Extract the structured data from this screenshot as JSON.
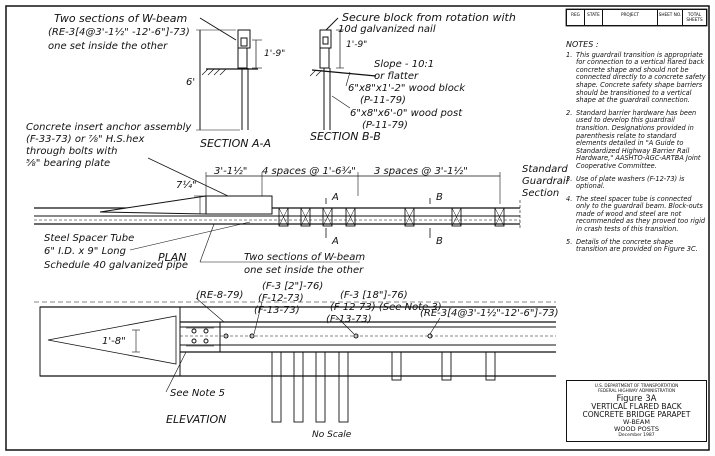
{
  "header_block": [
    "REG",
    "STATE",
    "PROJECT",
    "SHEET NO.",
    "TOTAL SHEETS"
  ],
  "section_a": {
    "title": "SECTION A-A",
    "callout_line1": "Two sections of W-beam",
    "callout_line2": "(RE-3[4@3'-1½\" -12'-6\"]-73)",
    "callout_line3": "one set inside the other",
    "dim_height": "6'",
    "dim_block": "1'-9\""
  },
  "section_b": {
    "title": "SECTION B-B",
    "callout_nail1": "Secure block from rotation with",
    "callout_nail2": "10d galvanized nail",
    "dim_block": "1'-9\"",
    "slope1": "Slope - 10:1",
    "slope2": "or flatter",
    "block1": "6\"x8\"x1'-2\" wood block",
    "block2": "(P-11-79)",
    "post1": "6\"x8\"x6'-0\" wood post",
    "post2": "(P-11-79)"
  },
  "anchor_callout": {
    "l1": "Concrete insert anchor assembly",
    "l2": "(F-33-73) or ⅞\" H.S.hex",
    "l3": "through bolts with",
    "l4": "⅝\" bearing plate"
  },
  "plan": {
    "label": "PLAN",
    "dim_left": "3'-1½\"",
    "dim_spaces1": "4 spaces @ 1'-6¾\"",
    "dim_spaces2": "3 spaces @ 3'-1½\"",
    "dim_offset": "7¼\"",
    "std_section1": "Standard",
    "std_section2": "Guardrail",
    "std_section3": "Section",
    "cut_a": "A",
    "cut_b": "B",
    "spacer1": "Steel Spacer Tube",
    "spacer2": "6\" I.D. x 9\" Long",
    "spacer3": "Schedule 40 galvanized pipe",
    "wbeam1": "Two sections of W-beam",
    "wbeam2": "one set inside the other"
  },
  "elevation": {
    "label": "ELEVATION",
    "re879": "(RE-8-79)",
    "f3a": "(F-3 [2\"]-76)",
    "f12a": "(F-12-73)",
    "f13a": "(F-13-73)",
    "f3b": "(F-3 [18\"]-76)",
    "f12b": "(F-12-73) (See Note 3)",
    "f13b": "(F-13-73)",
    "re3": "(RE-3[4@3'-1½\"-12'-6\"]-73)",
    "dim": "1'-8\"",
    "note5": "See Note 5",
    "scale": "No Scale"
  },
  "notes": {
    "title": "NOTES :",
    "items": [
      {
        "n": "1.",
        "t": "This guardrail transition is appropriate for connection to a vertical flared back concrete shape and should not be connected directly to a concrete safety shape. Concrete safety shape barriers should be transitioned to a vertical shape at the guardrail connection."
      },
      {
        "n": "2.",
        "t": "Standard barrier hardware has been used to develop this guardrail transition. Designations provided in parenthesis relate to standard elements detailed in \"A Guide to Standardized Highway Barrier Rail Hardware,\" AASHTO-AGC-ARTBA Joint Cooperative Committee."
      },
      {
        "n": "3.",
        "t": "Use of plate washers (F-12-73) is optional."
      },
      {
        "n": "4.",
        "t": "The steel spacer tube is connected only to the guardrail beam. Block-outs made of wood and steel are not recommended as they proved too rigid in crash tests of this transition."
      },
      {
        "n": "5.",
        "t": "Details of the concrete shape transition are provided on Figure 3C."
      }
    ]
  },
  "title_block": {
    "agency1": "U.S. DEPARTMENT OF TRANSPORTATION",
    "agency2": "FEDERAL HIGHWAY ADMINISTRATION",
    "figure": "Figure 3A",
    "line1": "VERTICAL FLARED BACK",
    "line2": "CONCRETE BRIDGE PARAPET",
    "line3": "W-BEAM",
    "line4": "WOOD POSTS",
    "date": "December 1987"
  }
}
